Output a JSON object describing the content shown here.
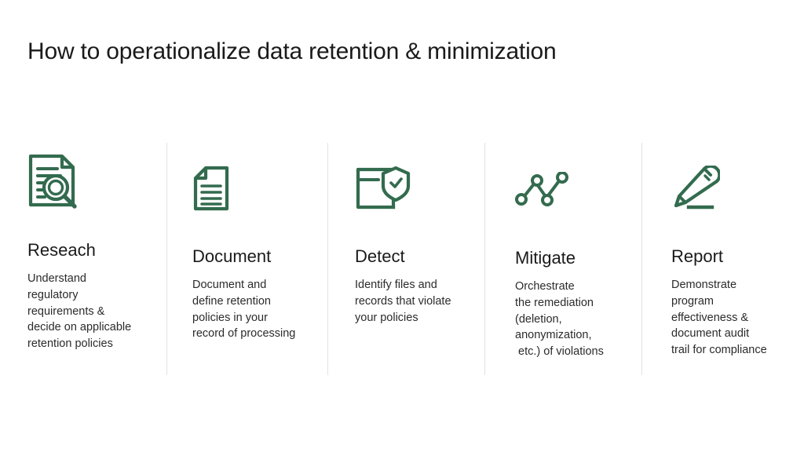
{
  "slide": {
    "title": "How to operationalize data retention & minimization",
    "accent_color": "#336b4e",
    "title_color": "#1a1a1a",
    "body_color": "#2b2b2b",
    "divider_color": "#e2e2e2",
    "background_color": "#ffffff"
  },
  "steps": [
    {
      "icon": "document-magnifier-icon",
      "heading": "Reseach",
      "body_lines": [
        "Understand",
        "regulatory",
        "requirements &",
        "decide on applicable",
        "retention policies"
      ]
    },
    {
      "icon": "document-lines-icon",
      "heading": "Document",
      "body_lines": [
        "Document and",
        "define retention",
        "policies in your",
        "record of processing"
      ]
    },
    {
      "icon": "document-shield-check-icon",
      "heading": "Detect",
      "body_lines": [
        "Identify files and",
        "records that violate",
        "your policies"
      ]
    },
    {
      "icon": "node-graph-icon",
      "heading": "Mitigate",
      "body_lines": [
        "Orchestrate",
        "the remediation",
        "(deletion,",
        "anonymization,",
        " etc.) of violations"
      ]
    },
    {
      "icon": "pencil-underline-icon",
      "heading": "Report",
      "body_lines": [
        "Demonstrate",
        "program",
        "effectiveness &",
        "document audit",
        "trail for compliance"
      ]
    }
  ]
}
